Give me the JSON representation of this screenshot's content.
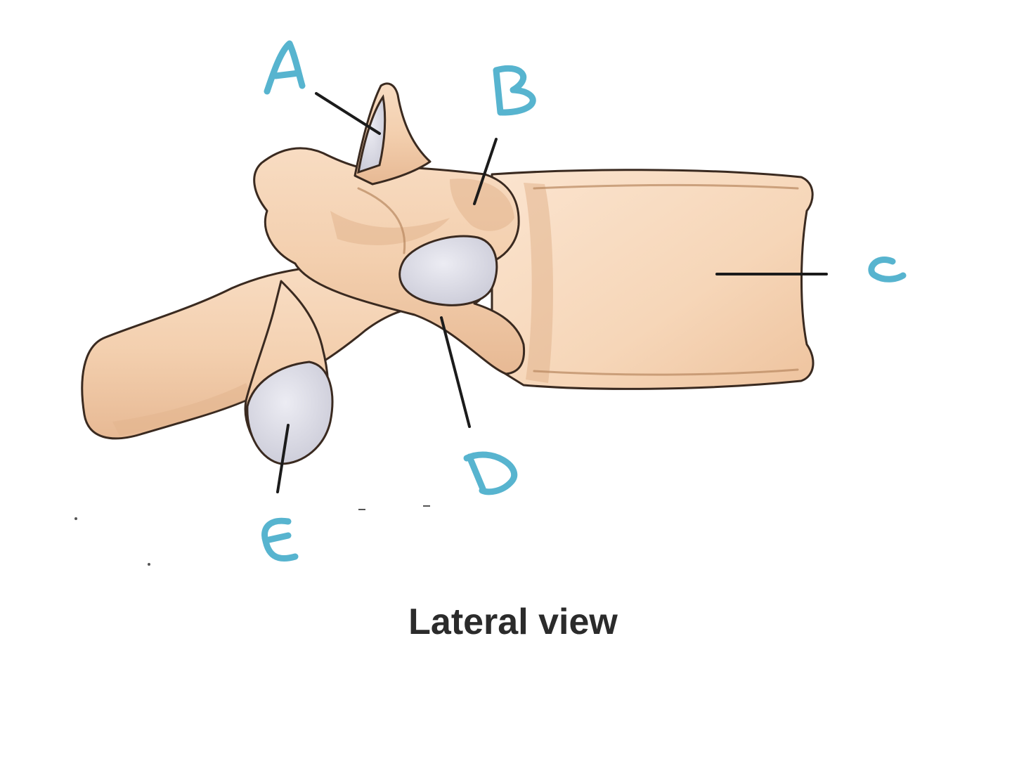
{
  "caption": "Lateral view",
  "labels": {
    "a": "A",
    "b": "B",
    "c": "C",
    "d": "D",
    "e": "E"
  },
  "colors": {
    "bone": "#f3d1b3",
    "bone_shadow": "#e2b48e",
    "facet": "#d9d9e4",
    "outline": "#3a2a20",
    "label": "#57b4cf",
    "leader": "#1b1b1b"
  }
}
